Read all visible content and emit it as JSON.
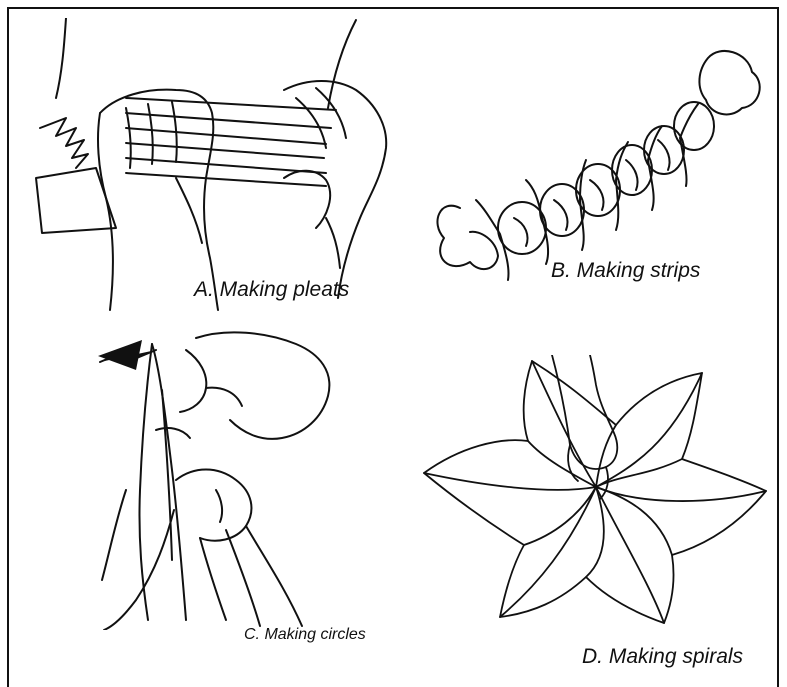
{
  "figure": {
    "panels": [
      {
        "id": "A",
        "caption": "A.  Making pleats",
        "illustration": "hands-folding-pleats"
      },
      {
        "id": "B",
        "caption": "B.  Making strips",
        "illustration": "tied-fabric-strip"
      },
      {
        "id": "C",
        "caption": "C.  Making circles",
        "illustration": "hands-pinching-circle"
      },
      {
        "id": "D",
        "caption": "D.  Making spirals",
        "illustration": "hand-twisting-spiral"
      }
    ],
    "colors": {
      "line": "#111111",
      "background": "#ffffff"
    }
  }
}
